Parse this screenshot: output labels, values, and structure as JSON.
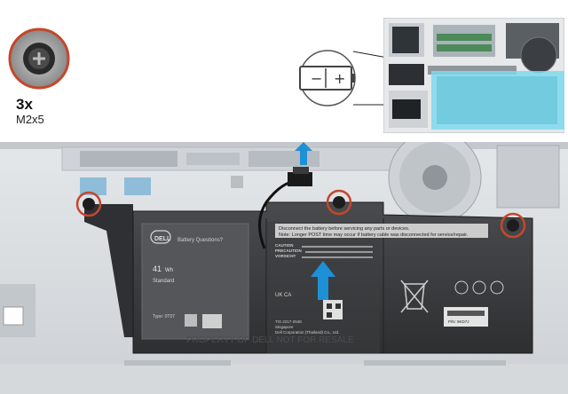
{
  "screws": {
    "count": "3x",
    "size": "M2x5",
    "icon": "screw-icon"
  },
  "battery_symbol": {
    "minus": "−",
    "plus": "+"
  },
  "battery": {
    "brand": "DELL",
    "questions": "Battery Questions?",
    "capacity": "41",
    "capacity_unit": "Wh",
    "type_label": "Standard",
    "model": "Type: 0T07",
    "warning_line1": "Disconnect the battery before servicing any parts or devices.",
    "warning_line2": "Note: Longer POST time may occur if battery cable was disconnected for service/repair.",
    "caution": "CAUTION",
    "precaution": "PRECAUTION",
    "vorsicht": "VORSICHT",
    "uk_mark": "UK CA",
    "tis": "TIS 2217-2548",
    "origin": "Singapore",
    "corp": "Dell Corporation (Thailand) Co., Ltd.",
    "part_no": "P/N: 9KD7J",
    "watermark": "PROPERTY OF DELL NOT FOR RESALE"
  },
  "colors": {
    "highlight": "#7fd8ee",
    "arrow": "#1e90d6",
    "battery_body": "#3a3b3d",
    "chassis": "#d9dcdf"
  }
}
